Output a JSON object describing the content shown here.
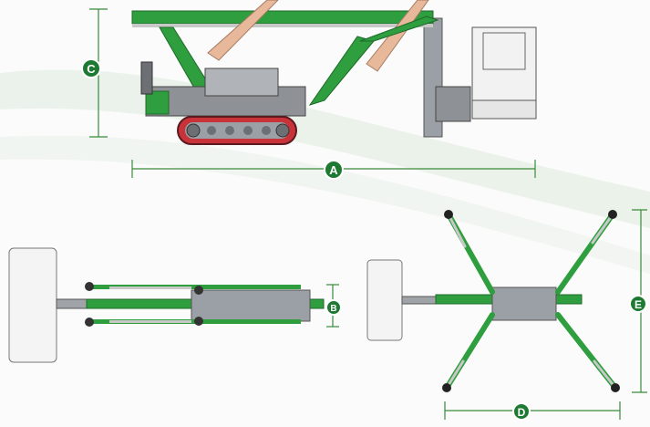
{
  "diagram": {
    "dimension_labels": {
      "a": "A",
      "b": "B",
      "c": "C",
      "d": "D",
      "e": "E"
    },
    "colors": {
      "machine_green": "#2e9e3e",
      "dark_green": "#1f7a30",
      "label_green": "#1e7a33",
      "boom_pink": "#e8b89a",
      "steel_grey": "#8e9296",
      "track_red": "#c8333a",
      "dimension_line": "#3a8a3a"
    }
  }
}
